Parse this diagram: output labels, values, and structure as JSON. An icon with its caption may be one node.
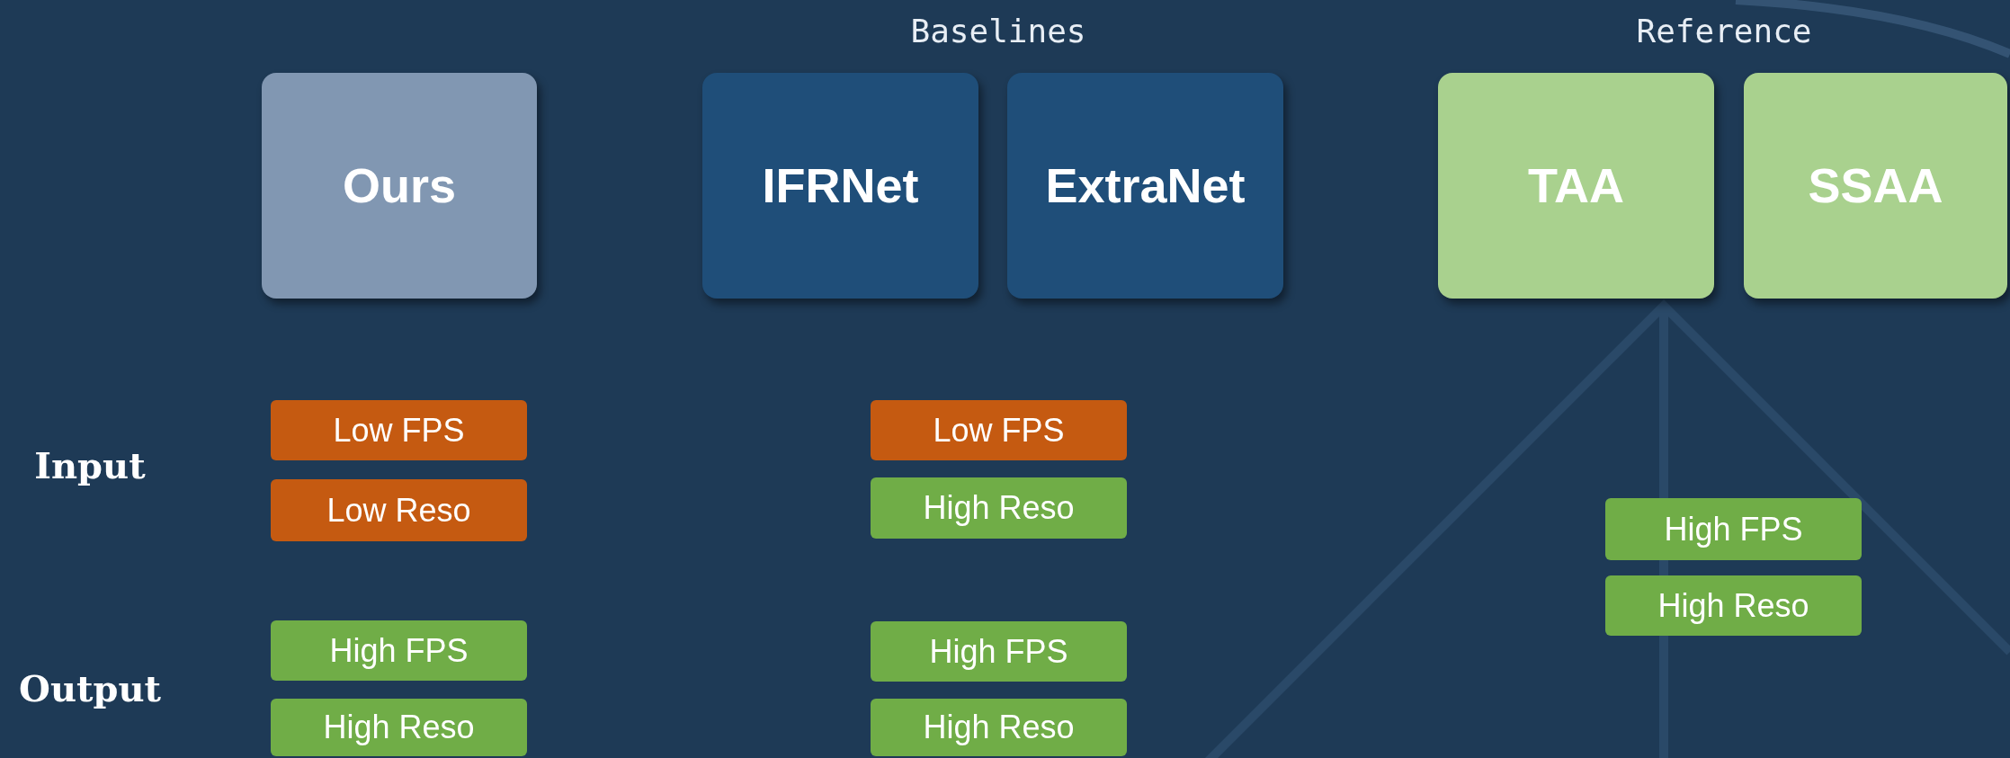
{
  "diagram": {
    "nodes": [
      {
        "text": [
          "Ours"
        ]
      },
      {
        "text": [
          "IFRNet"
        ]
      },
      {
        "text": [
          "ExtraNet"
        ]
      },
      {
        "text": [
          "TAA"
        ]
      },
      {
        "text": [
          "SSAA"
        ]
      },
      {
        "text": [
          "Low FPS"
        ]
      },
      {
        "text": [
          "Low Reso"
        ]
      },
      {
        "text": [
          "High FPS"
        ]
      },
      {
        "text": [
          "High Reso"
        ]
      },
      {
        "text": [
          "Low FPS"
        ]
      },
      {
        "text": [
          "High Reso"
        ]
      },
      {
        "text": [
          "High FPS"
        ]
      },
      {
        "text": [
          "High Reso"
        ]
      },
      {
        "text": [
          "High FPS"
        ]
      },
      {
        "text": [
          "High Reso"
        ]
      }
    ],
    "labels": [
      "Baselines",
      "Reference",
      "Input",
      "Output"
    ]
  }
}
